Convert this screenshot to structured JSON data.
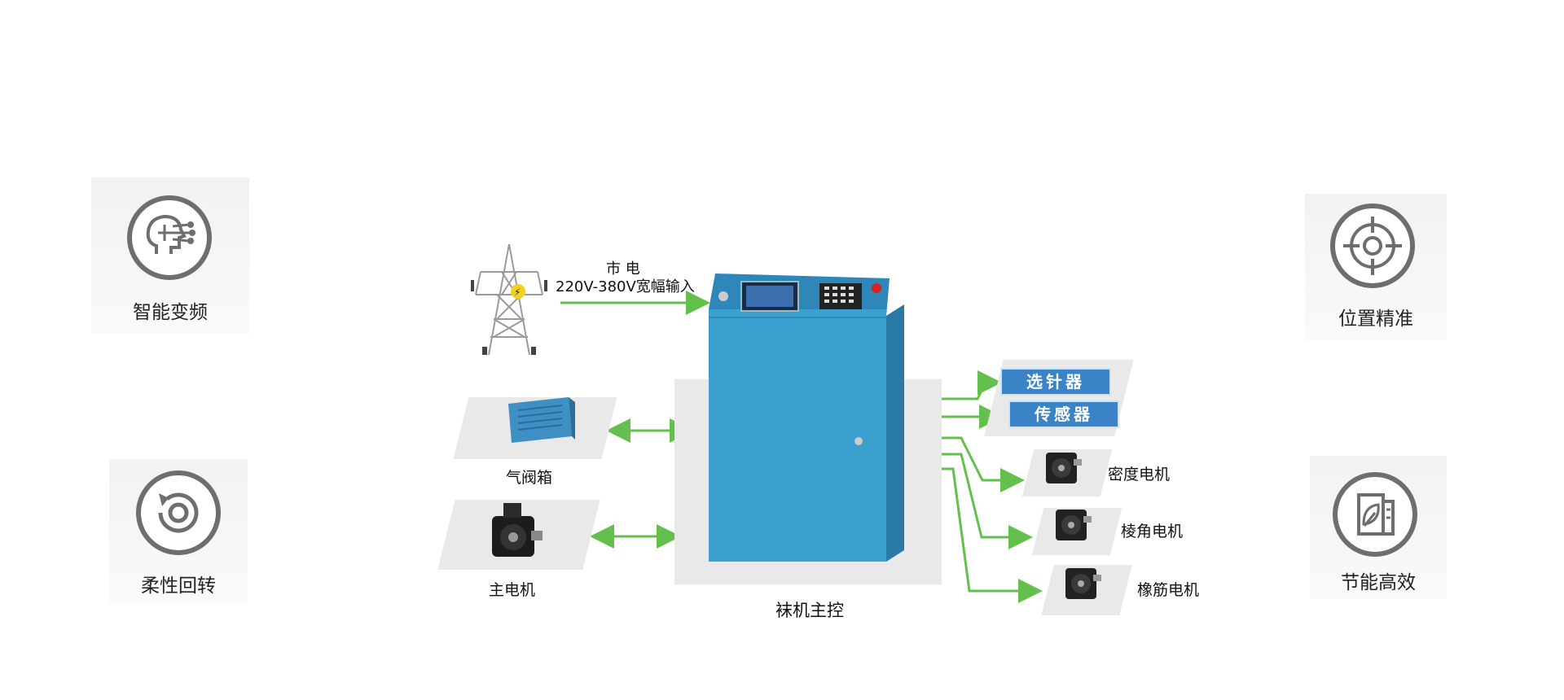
{
  "features": {
    "intelligent_vf": "智能变频",
    "flexible_rotation": "柔性回转",
    "precise_position": "位置精准",
    "energy_saving": "节能高效"
  },
  "power": {
    "line1": "市 电",
    "line2": "220V-380V宽幅输入"
  },
  "components": {
    "valve_box": "气阀箱",
    "main_motor": "主电机",
    "needle_selector": "选针器",
    "sensor": "传感器",
    "density_motor": "密度电机",
    "angle_motor": "棱角电机",
    "elastic_motor": "橡筋电机"
  },
  "controller": {
    "label": "袜机主控"
  },
  "colors": {
    "arrow": "#63c04c",
    "cabinet": "#3b9fd0",
    "tag": "#3a83c6",
    "icon": "#6e6e6e"
  }
}
